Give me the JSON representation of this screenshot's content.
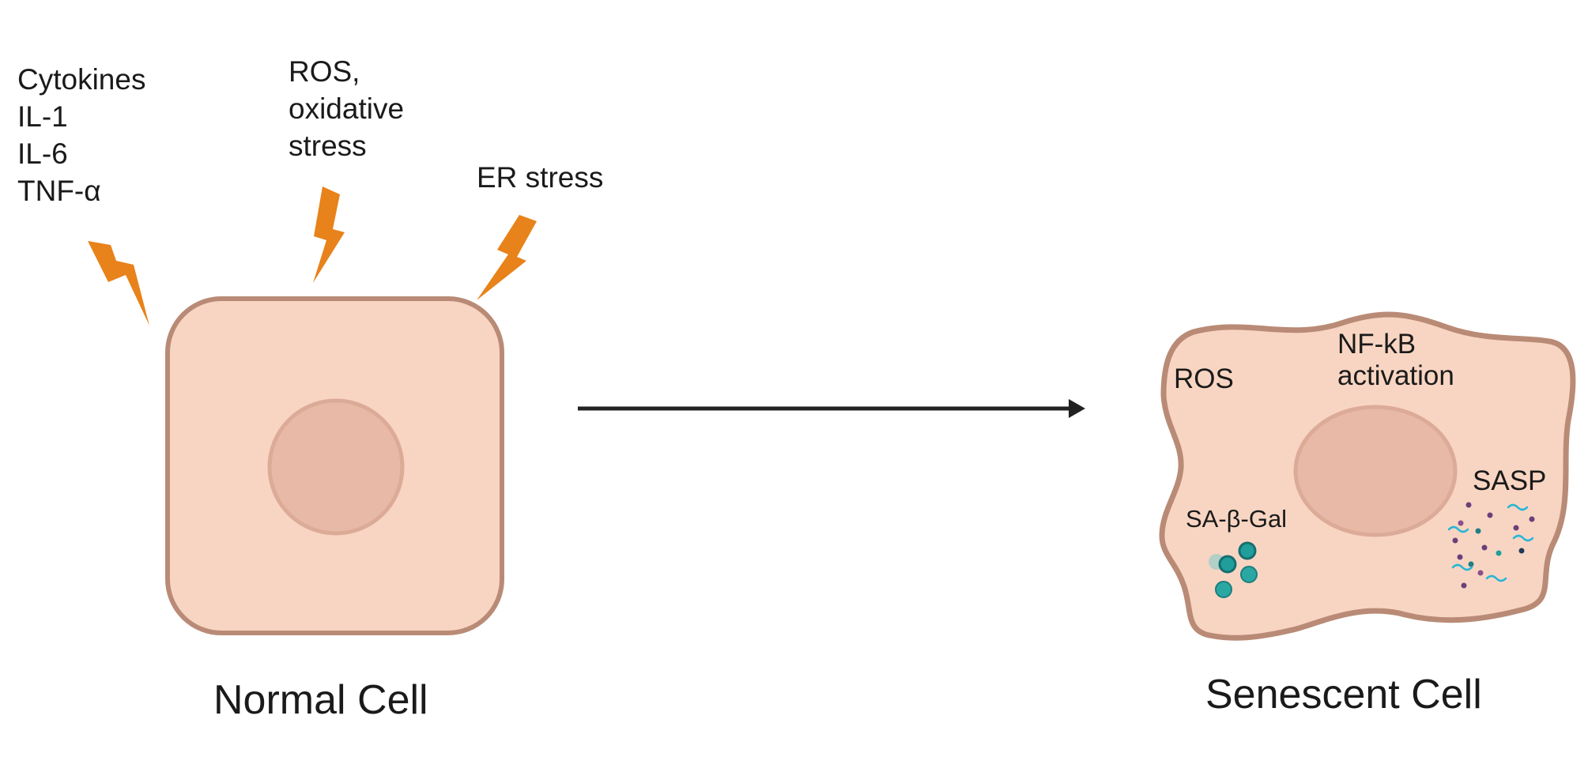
{
  "stimuli": {
    "cytokines": [
      "Cytokines",
      "IL-1",
      "IL-6",
      "TNF-α"
    ],
    "ros": [
      "ROS,",
      "oxidative",
      "stress"
    ],
    "er": [
      "ER stress"
    ]
  },
  "normal_cell": {
    "label": "Normal Cell"
  },
  "senescent_cell": {
    "label": "Senescent Cell",
    "markers": {
      "ros": "ROS",
      "nfkb": [
        "NF-kB",
        "activation"
      ],
      "sasp": "SASP",
      "sa_beta_gal": "SA-β-Gal"
    }
  },
  "colors": {
    "lightning": "#e8821a",
    "cell_fill": "#f8d5c2",
    "cell_border": "#b98b76",
    "nucleus_fill": "#e8b9a6",
    "arrow": "#222222",
    "teal": "#1f9e9b",
    "dark_teal": "#166e70",
    "purple": "#6a3f7a",
    "cyan": "#27b6d6"
  }
}
